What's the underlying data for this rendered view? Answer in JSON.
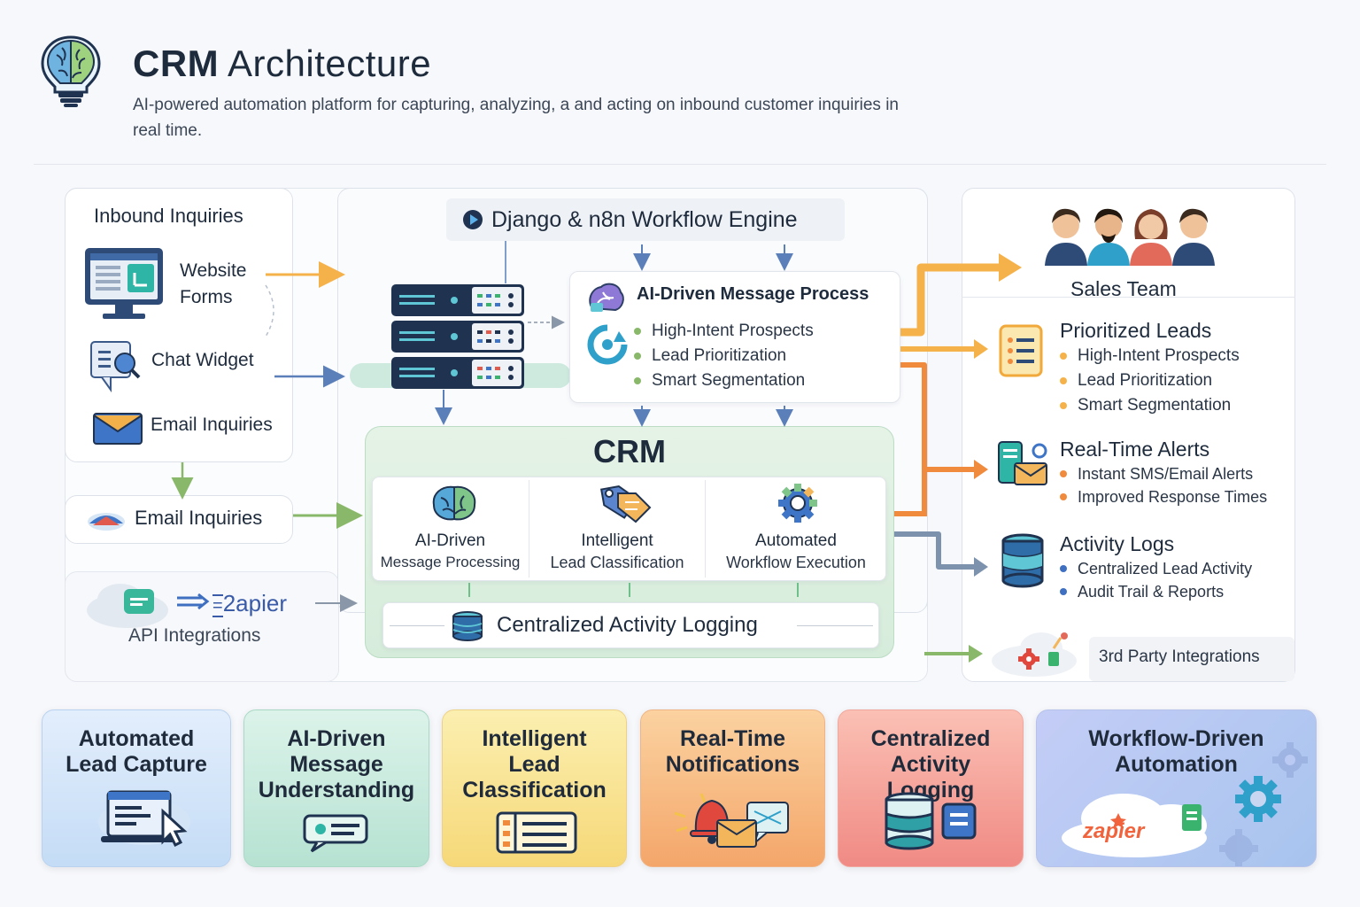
{
  "header": {
    "title_bold": "CRM",
    "title_rest": " Architecture",
    "subtitle": "AI-powered automation platform for capturing, analyzing, a and acting on inbound customer inquiries in real time.",
    "icon": "brain-bulb-icon"
  },
  "inbound": {
    "title": "Inbound Inquiries",
    "items": [
      {
        "label": "Website\nForms",
        "icon": "monitor-form-icon"
      },
      {
        "label": "Chat Widget",
        "icon": "chat-widget-icon"
      },
      {
        "label": "Email Inquiries",
        "icon": "envelope-icon"
      }
    ],
    "email_box": "Email Inquiries",
    "api_label": "API Integrations",
    "zapier_text": "apier",
    "zapier_prefix": "2"
  },
  "engine": {
    "title": "Django & n8n Workflow Engine",
    "ai_card_title": "AI-Driven Message Process",
    "ai_bullets": [
      "High-Intent Prospects",
      "Lead Prioritization",
      "Smart Segmentation"
    ]
  },
  "crm": {
    "title": "CRM",
    "modules": [
      {
        "line1": "AI-Driven",
        "line2": "Message Processing",
        "icon": "brain-icon"
      },
      {
        "line1": "Intelligent",
        "line2": "Lead Classification",
        "icon": "tag-icon"
      },
      {
        "line1": "Automated",
        "line2": "Workflow Execution",
        "icon": "gear-icon"
      }
    ],
    "logging": "Centralized Activity Logging"
  },
  "right": {
    "sales_team": "Sales Team",
    "prioritized": {
      "title": "Prioritized Leads",
      "bullets": [
        "High-Intent Prospects",
        "Lead Prioritization",
        "Smart Segmentation"
      ]
    },
    "alerts": {
      "title": "Real-Time Alerts",
      "bullets": [
        "Instant SMS/Email Alerts",
        "Improved Response Times"
      ]
    },
    "logs": {
      "title": "Activity Logs",
      "bullets": [
        "Centralized Lead Activity",
        "Audit Trail & Reports"
      ]
    },
    "third_party": "3rd Party Integrations"
  },
  "tiles": [
    {
      "lines": [
        "Automated",
        "Lead Capture"
      ]
    },
    {
      "lines": [
        "AI-Driven",
        "Message",
        "Understanding"
      ]
    },
    {
      "lines": [
        "Intelligent",
        "Lead",
        "Classification"
      ]
    },
    {
      "lines": [
        "Real-Time",
        "Notifications"
      ]
    },
    {
      "lines": [
        "Centralized",
        "Activity Logging"
      ]
    },
    {
      "lines": [
        "Workflow-Driven",
        "Automation"
      ],
      "logo": "zapier"
    }
  ],
  "colors": {
    "orange": "#f6b24a",
    "deep_orange": "#f08a3c",
    "blue_arrow": "#5b7fb8",
    "green_arrow": "#8ab86a",
    "navy": "#1f3350"
  }
}
